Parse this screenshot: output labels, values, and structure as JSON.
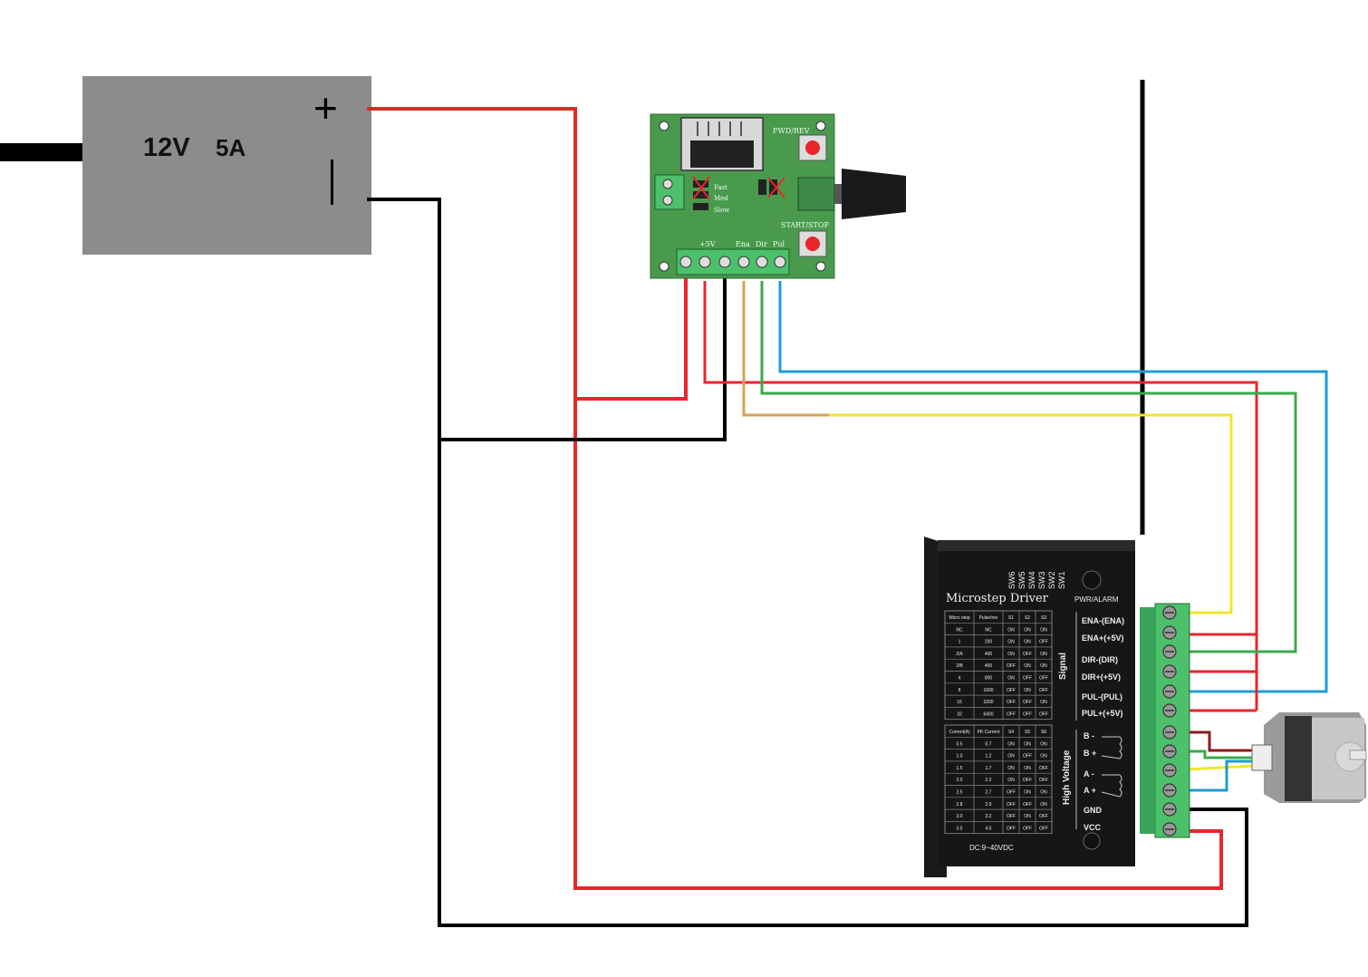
{
  "power_supply": {
    "label_voltage": "12V",
    "label_current": "5A",
    "plus_symbol": "+",
    "minus_symbol": "|"
  },
  "controller_board": {
    "fwd_rev": "FWD/REV",
    "start_stop": "START/STOP",
    "speed_fast": "Fast",
    "speed_mid": "Med",
    "speed_slow": "Slow",
    "term_plus5v": "+5V",
    "term_ena": "Ena",
    "term_dir": "Dir",
    "term_pul": "Pul"
  },
  "driver": {
    "title": "Microstep Driver",
    "switches": [
      "SW6",
      "SW5",
      "SW4",
      "SW3",
      "SW2",
      "SW1"
    ],
    "pwr_alarm": "PWR/ALARM",
    "signal_label": "Signal",
    "high_voltage_label": "High Voltage",
    "dc_range": "DC:9~40VDC",
    "terminals_signal": [
      "ENA-(ENA)",
      "ENA+(+5V)",
      "DIR-(DIR)",
      "DIR+(+5V)",
      "PUL-(PUL)",
      "PUL+(+5V)"
    ],
    "terminals_power": [
      "B -",
      "B +",
      "A -",
      "A +",
      "GND",
      "VCC"
    ],
    "microstep_table": {
      "headers": [
        "Micro step",
        "Pulse/rev",
        "S1",
        "S2",
        "S3"
      ],
      "rows": [
        [
          "NC",
          "NC",
          "ON",
          "ON",
          "ON"
        ],
        [
          "1",
          "200",
          "ON",
          "ON",
          "OFF"
        ],
        [
          "2/A",
          "400",
          "ON",
          "OFF",
          "ON"
        ],
        [
          "2/B",
          "400",
          "OFF",
          "ON",
          "ON"
        ],
        [
          "4",
          "800",
          "ON",
          "OFF",
          "OFF"
        ],
        [
          "8",
          "1600",
          "OFF",
          "ON",
          "OFF"
        ],
        [
          "16",
          "3200",
          "OFF",
          "OFF",
          "ON"
        ],
        [
          "32",
          "6400",
          "OFF",
          "OFF",
          "OFF"
        ]
      ]
    },
    "current_table": {
      "headers": [
        "Current(A)",
        "PK Current",
        "S4",
        "S5",
        "S6"
      ],
      "rows": [
        [
          "0.5",
          "0.7",
          "ON",
          "ON",
          "ON"
        ],
        [
          "1.0",
          "1.2",
          "ON",
          "OFF",
          "ON"
        ],
        [
          "1.5",
          "1.7",
          "ON",
          "ON",
          "OFF"
        ],
        [
          "2.0",
          "2.2",
          "ON",
          "OFF",
          "OFF"
        ],
        [
          "2.5",
          "2.7",
          "OFF",
          "ON",
          "ON"
        ],
        [
          "2.8",
          "2.9",
          "OFF",
          "OFF",
          "ON"
        ],
        [
          "3.0",
          "3.2",
          "OFF",
          "ON",
          "OFF"
        ],
        [
          "3.5",
          "4.0",
          "OFF",
          "OFF",
          "OFF"
        ]
      ]
    }
  },
  "colors": {
    "wire_red": "#e8262b",
    "wire_black": "#000000",
    "wire_blue": "#1f9bd7",
    "wire_green": "#3aaa4a",
    "wire_yellow": "#f2e52a",
    "wire_orange": "#d4a25a",
    "psu_gray": "#8c8c8c",
    "board_green": "#4a9a4e",
    "terminal_green": "#4cc06a"
  }
}
